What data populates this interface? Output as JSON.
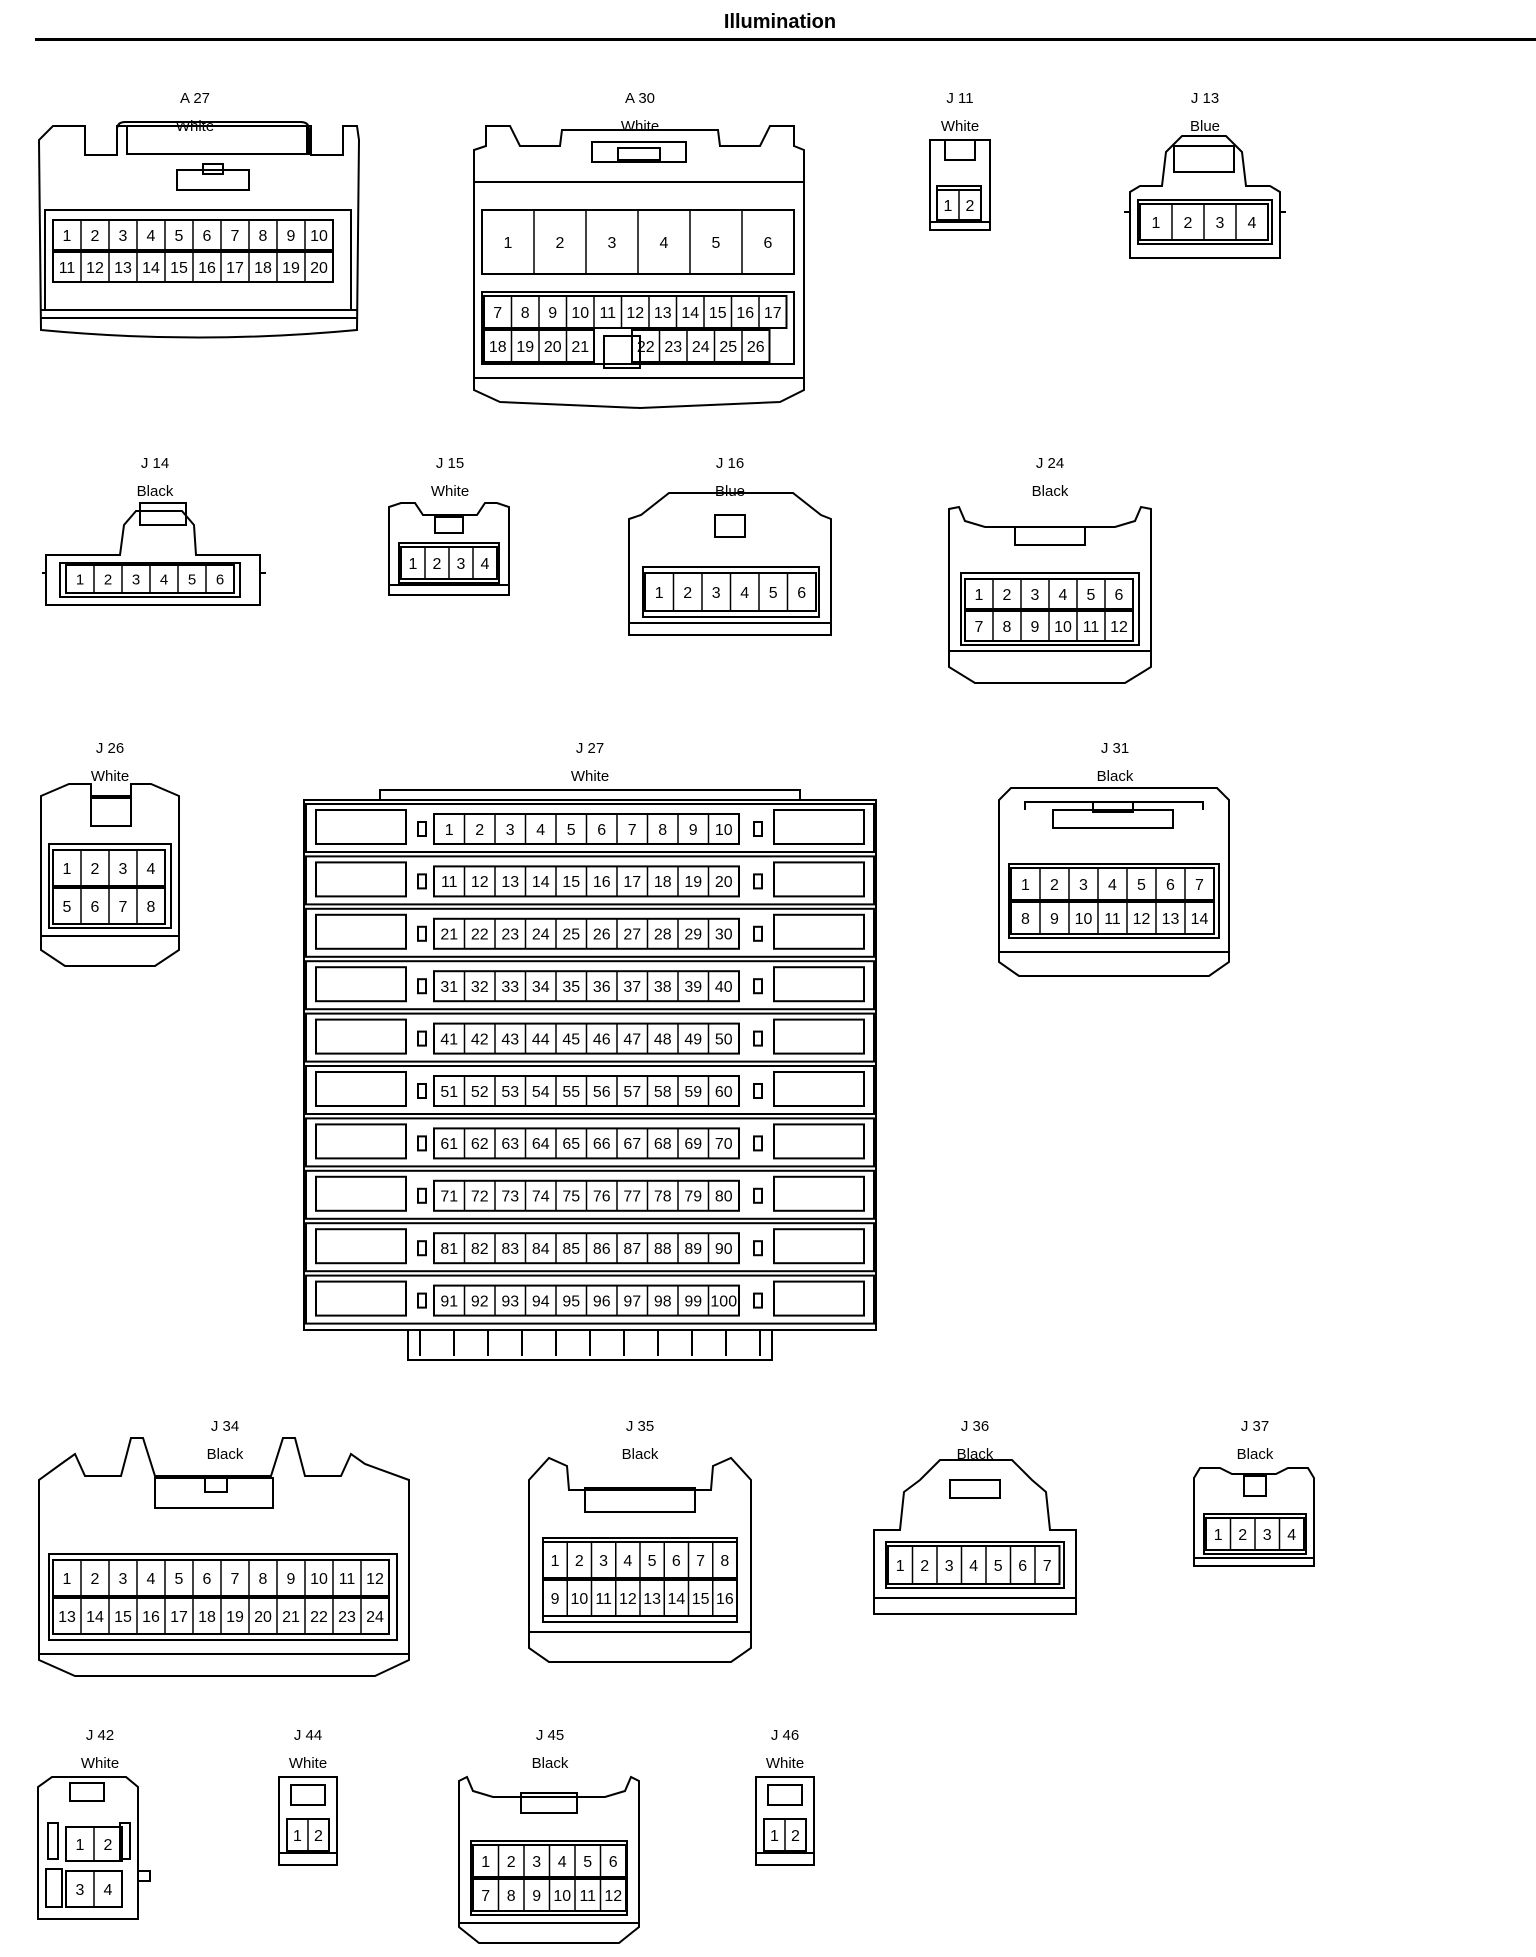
{
  "title": "Illumination",
  "connectors": [
    {
      "id": "A 27",
      "color": "White",
      "rows": [
        [
          "1",
          "2",
          "3",
          "4",
          "5",
          "6",
          "7",
          "8",
          "9",
          "10"
        ],
        [
          "11",
          "12",
          "13",
          "14",
          "15",
          "16",
          "17",
          "18",
          "19",
          "20"
        ]
      ]
    },
    {
      "id": "A 30",
      "color": "White",
      "rows": [
        [
          "1",
          "2",
          "3",
          "4",
          "5",
          "6"
        ],
        [
          "7",
          "8",
          "9",
          "10",
          "11",
          "12",
          "13",
          "14",
          "15",
          "16",
          "17"
        ],
        [
          "18",
          "19",
          "20",
          "21",
          "22",
          "23",
          "24",
          "25",
          "26"
        ]
      ]
    },
    {
      "id": "J 11",
      "color": "White",
      "rows": [
        [
          "1",
          "2"
        ]
      ]
    },
    {
      "id": "J 13",
      "color": "Blue",
      "rows": [
        [
          "1",
          "2",
          "3",
          "4"
        ]
      ]
    },
    {
      "id": "J 14",
      "color": "Black",
      "rows": [
        [
          "1",
          "2",
          "3",
          "4",
          "5",
          "6"
        ]
      ]
    },
    {
      "id": "J 15",
      "color": "White",
      "rows": [
        [
          "1",
          "2",
          "3",
          "4"
        ]
      ]
    },
    {
      "id": "J 16",
      "color": "Blue",
      "rows": [
        [
          "1",
          "2",
          "3",
          "4",
          "5",
          "6"
        ]
      ]
    },
    {
      "id": "J 24",
      "color": "Black",
      "rows": [
        [
          "1",
          "2",
          "3",
          "4",
          "5",
          "6"
        ],
        [
          "7",
          "8",
          "9",
          "10",
          "11",
          "12"
        ]
      ]
    },
    {
      "id": "J 26",
      "color": "White",
      "rows": [
        [
          "1",
          "2",
          "3",
          "4"
        ],
        [
          "5",
          "6",
          "7",
          "8"
        ]
      ]
    },
    {
      "id": "J 27",
      "color": "White",
      "rows": [
        [
          "1",
          "2",
          "3",
          "4",
          "5",
          "6",
          "7",
          "8",
          "9",
          "10"
        ],
        [
          "11",
          "12",
          "13",
          "14",
          "15",
          "16",
          "17",
          "18",
          "19",
          "20"
        ],
        [
          "21",
          "22",
          "23",
          "24",
          "25",
          "26",
          "27",
          "28",
          "29",
          "30"
        ],
        [
          "31",
          "32",
          "33",
          "34",
          "35",
          "36",
          "37",
          "38",
          "39",
          "40"
        ],
        [
          "41",
          "42",
          "43",
          "44",
          "45",
          "46",
          "47",
          "48",
          "49",
          "50"
        ],
        [
          "51",
          "52",
          "53",
          "54",
          "55",
          "56",
          "57",
          "58",
          "59",
          "60"
        ],
        [
          "61",
          "62",
          "63",
          "64",
          "65",
          "66",
          "67",
          "68",
          "69",
          "70"
        ],
        [
          "71",
          "72",
          "73",
          "74",
          "75",
          "76",
          "77",
          "78",
          "79",
          "80"
        ],
        [
          "81",
          "82",
          "83",
          "84",
          "85",
          "86",
          "87",
          "88",
          "89",
          "90"
        ],
        [
          "91",
          "92",
          "93",
          "94",
          "95",
          "96",
          "97",
          "98",
          "99",
          "100"
        ]
      ]
    },
    {
      "id": "J 31",
      "color": "Black",
      "rows": [
        [
          "1",
          "2",
          "3",
          "4",
          "5",
          "6",
          "7"
        ],
        [
          "8",
          "9",
          "10",
          "11",
          "12",
          "13",
          "14"
        ]
      ]
    },
    {
      "id": "J 34",
      "color": "Black",
      "rows": [
        [
          "1",
          "2",
          "3",
          "4",
          "5",
          "6",
          "7",
          "8",
          "9",
          "10",
          "11",
          "12"
        ],
        [
          "13",
          "14",
          "15",
          "16",
          "17",
          "18",
          "19",
          "20",
          "21",
          "22",
          "23",
          "24"
        ]
      ]
    },
    {
      "id": "J 35",
      "color": "Black",
      "rows": [
        [
          "1",
          "2",
          "3",
          "4",
          "5",
          "6",
          "7",
          "8"
        ],
        [
          "9",
          "10",
          "11",
          "12",
          "13",
          "14",
          "15",
          "16"
        ]
      ]
    },
    {
      "id": "J 36",
      "color": "Black",
      "rows": [
        [
          "1",
          "2",
          "3",
          "4",
          "5",
          "6",
          "7"
        ]
      ]
    },
    {
      "id": "J 37",
      "color": "Black",
      "rows": [
        [
          "1",
          "2",
          "3",
          "4"
        ]
      ]
    },
    {
      "id": "J 42",
      "color": "White",
      "rows": [
        [
          "1",
          "2"
        ],
        [
          "3",
          "4"
        ]
      ]
    },
    {
      "id": "J 44",
      "color": "White",
      "rows": [
        [
          "1",
          "2"
        ]
      ]
    },
    {
      "id": "J 45",
      "color": "Black",
      "rows": [
        [
          "1",
          "2",
          "3",
          "4",
          "5",
          "6"
        ],
        [
          "7",
          "8",
          "9",
          "10",
          "11",
          "12"
        ]
      ]
    },
    {
      "id": "J 46",
      "color": "White",
      "rows": [
        [
          "1",
          "2"
        ]
      ]
    }
  ]
}
